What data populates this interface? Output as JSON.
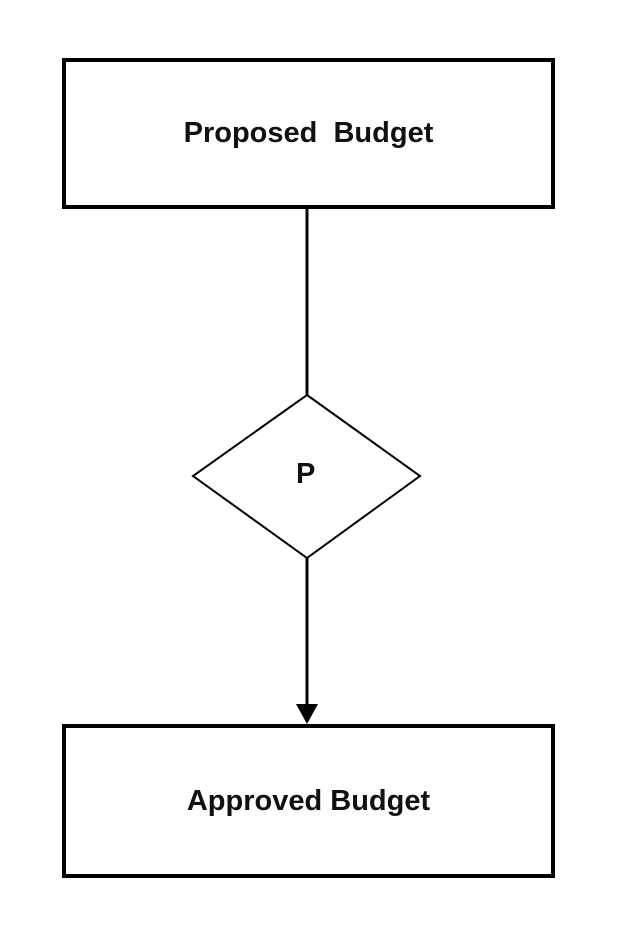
{
  "nodes": {
    "proposed": "Proposed  Budget",
    "decision": "P",
    "approved": "Approved Budget"
  }
}
